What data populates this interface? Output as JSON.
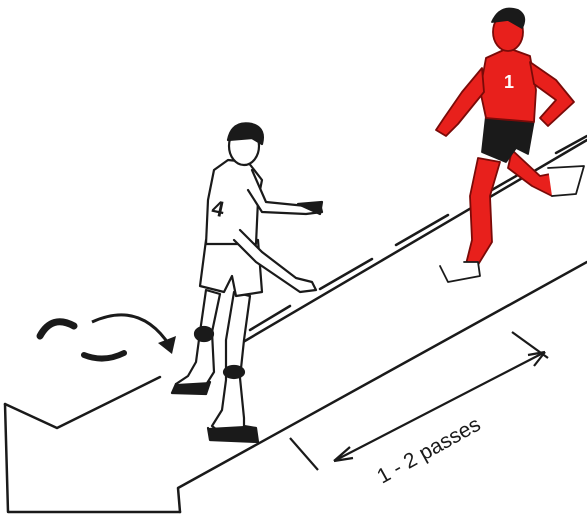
{
  "figure": {
    "distance_label": "1 - 2 passes",
    "colors": {
      "ink": "#1a1a1a",
      "defender_fill": "#e8201c",
      "background": "#ffffff"
    },
    "icons": [
      "running-defender-figure",
      "ball-handler-figure",
      "floor-arrow-icon",
      "curved-movement-arrow-icon",
      "dimension-arrow-icon"
    ]
  }
}
